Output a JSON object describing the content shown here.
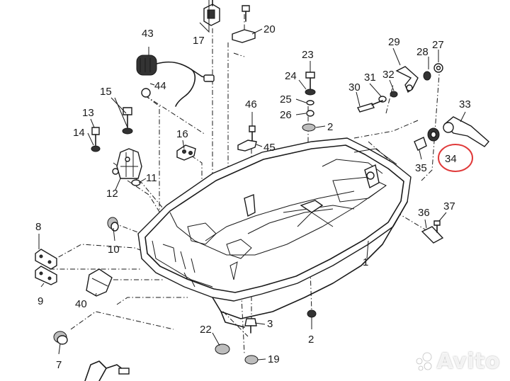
{
  "diagram": {
    "part_numbers": [
      "1",
      "2",
      "2",
      "3",
      "7",
      "8",
      "9",
      "10",
      "11",
      "12",
      "13",
      "14",
      "15",
      "16",
      "17",
      "19",
      "20",
      "22",
      "23",
      "24",
      "25",
      "26",
      "27",
      "28",
      "29",
      "30",
      "31",
      "32",
      "33",
      "34",
      "35",
      "36",
      "37",
      "40",
      "43",
      "44",
      "45",
      "46"
    ],
    "highlighted_part": "34",
    "highlight_color": "#e03a3a",
    "line_color": "#1a1a1a"
  },
  "labels": {
    "p1": "1",
    "p2a": "2",
    "p2b": "2",
    "p3": "3",
    "p7": "7",
    "p8": "8",
    "p9": "9",
    "p10": "10",
    "p11": "11",
    "p12": "12",
    "p13": "13",
    "p14": "14",
    "p15": "15",
    "p16": "16",
    "p17": "17",
    "p19": "19",
    "p20": "20",
    "p22": "22",
    "p23": "23",
    "p24": "24",
    "p25": "25",
    "p26": "26",
    "p27": "27",
    "p28": "28",
    "p29": "29",
    "p30": "30",
    "p31": "31",
    "p32": "32",
    "p33": "33",
    "p34": "34",
    "p35": "35",
    "p36": "36",
    "p37": "37",
    "p40": "40",
    "p43": "43",
    "p44": "44",
    "p45": "45",
    "p46": "46"
  },
  "watermark": {
    "text": "Avito",
    "icon": "avito-dots-icon"
  }
}
